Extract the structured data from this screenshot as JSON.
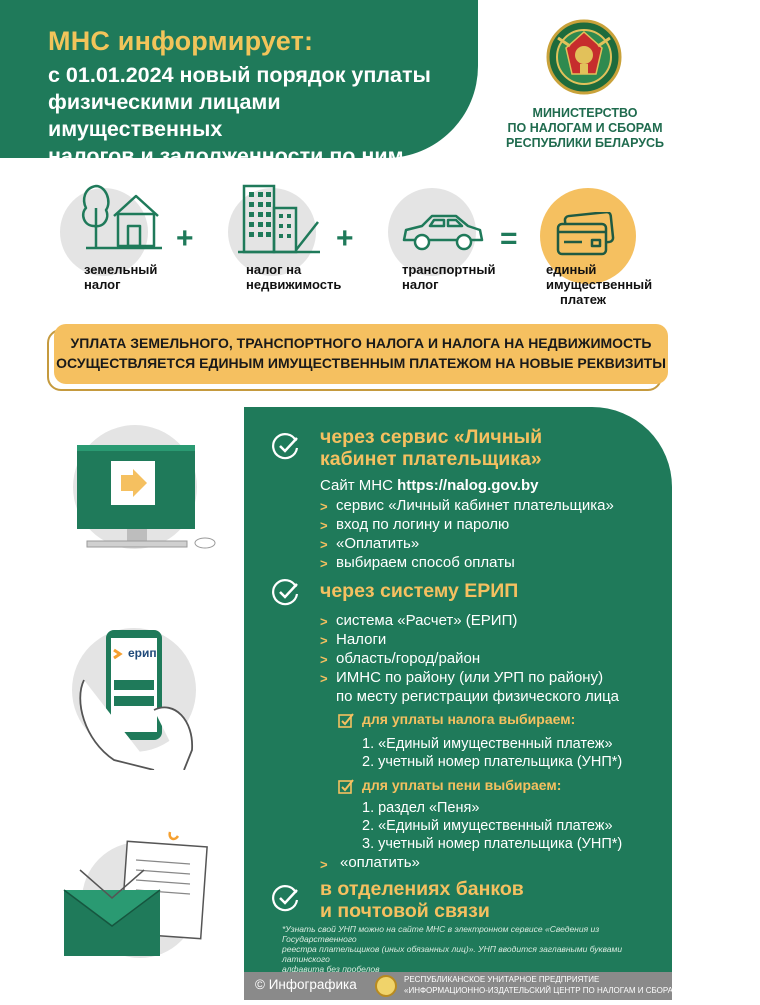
{
  "header": {
    "title": "МНС информирует:",
    "subtitle_lines": [
      "с 01.01.2024 новый порядок уплаты",
      "физическими лицами имущественных",
      "налогов и задолженности по ним"
    ]
  },
  "ministry": {
    "lines": [
      "МИНИСТЕРСТВО",
      "ПО НАЛОГАМ И СБОРАМ",
      "РЕСПУБЛИКИ БЕЛАРУСЬ"
    ]
  },
  "taxes": {
    "land": [
      "земельный",
      "налог"
    ],
    "realty": [
      "налог на",
      "недвижимость"
    ],
    "transport": [
      "транспортный",
      "налог"
    ],
    "single": [
      "единый",
      "имущественный",
      "платеж"
    ],
    "plus": "+",
    "equals": "="
  },
  "banner": {
    "lines": [
      "УПЛАТА ЗЕМЕЛЬНОГО, ТРАНСПОРТНОГО НАЛОГА И НАЛОГА НА НЕДВИЖИМОСТЬ",
      "ОСУЩЕСТВЛЯЕТСЯ ЕДИНЫМ ИМУЩЕСТВЕННЫМ ПЛАТЕЖОМ НА НОВЫЕ РЕКВИЗИТЫ"
    ]
  },
  "cabinet": {
    "title_lines": [
      "через сервис «Личный",
      "кабинет плательщика»"
    ],
    "site_prefix": "Сайт МНС ",
    "site_url": "https://nalog.gov.by",
    "steps": [
      "сервис «Личный кабинет плательщика»",
      "вход по логину и паролю",
      "«Оплатить»",
      "выбираем способ оплаты"
    ]
  },
  "erip": {
    "title": "через систему ЕРИП",
    "app_label": "ерип",
    "steps": [
      "система «Расчет» (ЕРИП)",
      "Налоги",
      "область/город/район",
      "ИМНС по району (или УРП по району)"
    ],
    "steps_cont": "по месту регистрации физического лица",
    "tax_title": "для уплаты налога выбираем:",
    "tax_items": [
      "1. «Единый имущественный платеж»",
      "2. учетный номер плательщика (УНП*)"
    ],
    "fine_title": "для уплаты пени выбираем:",
    "fine_items": [
      "1. раздел «Пеня»",
      "2.  «Единый имущественный платеж»",
      "3. учетный номер плательщика (УНП*)"
    ],
    "pay": "«оплатить»"
  },
  "banks": {
    "title_lines": [
      "в отделениях банков",
      "и почтовой связи"
    ]
  },
  "footnote": {
    "lines": [
      "*Узнать свой УНП можно на сайте МНС в электронном сервисе «Сведения из Государственного",
      "реестра плательщиков (иных обязанных лиц)». УНП вводится заглавными буквами латинского",
      "алфавита без пробелов"
    ]
  },
  "footer": {
    "brand": "© Инфографика",
    "org_lines": [
      "РЕСПУБЛИКАНСКОЕ УНИТАРНОЕ ПРЕДПРИЯТИЕ",
      "«ИНФОРМАЦИОННО-ИЗДАТЕЛЬСКИЙ ЦЕНТР ПО НАЛОГАМ И СБОРАМ»"
    ]
  },
  "colors": {
    "green": "#1f7a5a",
    "yellow": "#f5c060",
    "grey": "#e4e4e4"
  }
}
